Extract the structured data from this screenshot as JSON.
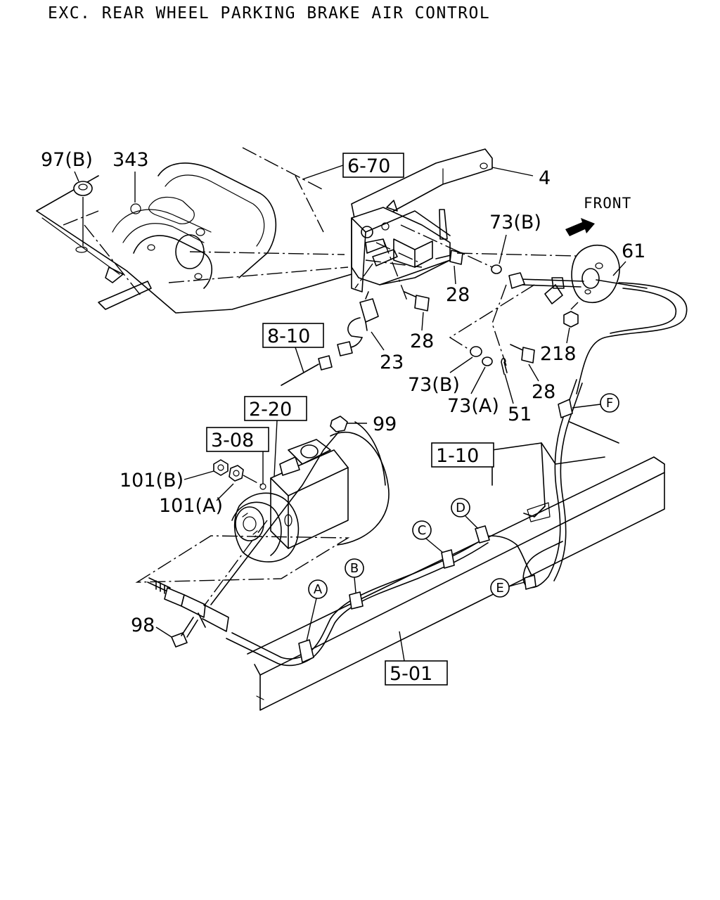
{
  "title": "EXC. REAR WHEEL PARKING BRAKE AIR CONTROL",
  "front_label": "FRONT",
  "ref_boxes": {
    "r670": "6-70",
    "r810": "8-10",
    "r220": "2-20",
    "r308": "3-08",
    "r110": "1-10",
    "r501": "5-01"
  },
  "part_labels": {
    "p97b": "97(B)",
    "p343": "343",
    "p4": "4",
    "p73b_top": "73(B)",
    "p61": "61",
    "p28_a": "28",
    "p28_b": "28",
    "p28_c": "28",
    "p23": "23",
    "p218": "218",
    "p73b_mid": "73(B)",
    "p73a": "73(A)",
    "p51": "51",
    "p99": "99",
    "p101b": "101(B)",
    "p101a": "101(A)",
    "p98": "98"
  },
  "clip_labels": {
    "a": "A",
    "b": "B",
    "c": "C",
    "d": "D",
    "e": "E",
    "f": "F"
  }
}
